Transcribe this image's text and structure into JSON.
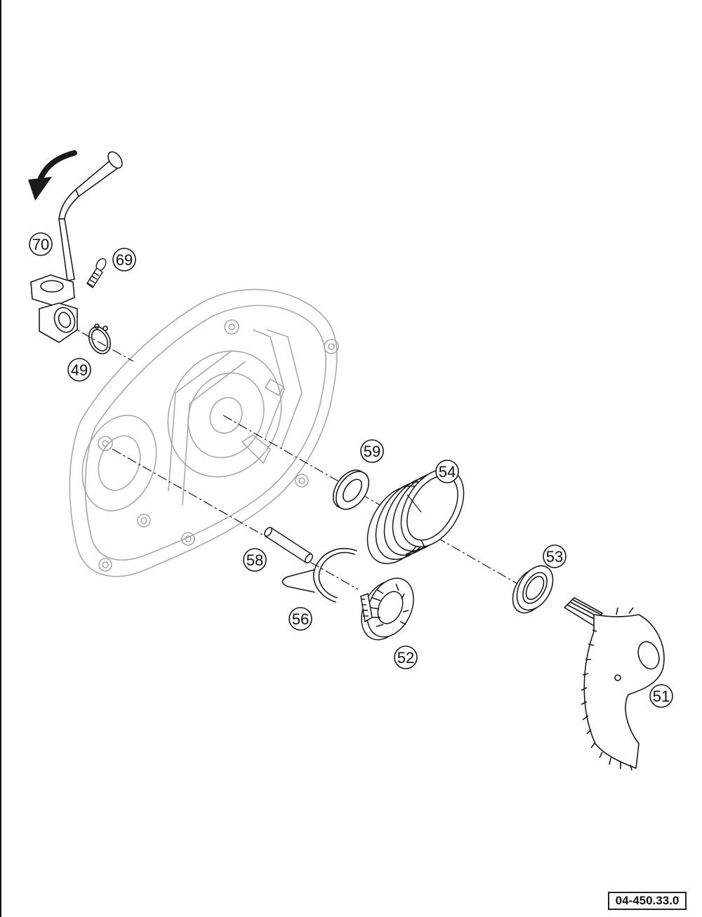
{
  "callouts": {
    "c70": "70",
    "c69": "69",
    "c49": "49",
    "c59": "59",
    "c54": "54",
    "c53": "53",
    "c58": "58",
    "c56": "56",
    "c52": "52",
    "c51": "51"
  },
  "reference_code": "04-450.33.0",
  "colors": {
    "line": "#1a1a1a",
    "ghost": "#a8a8a8",
    "background": "#ffffff"
  }
}
